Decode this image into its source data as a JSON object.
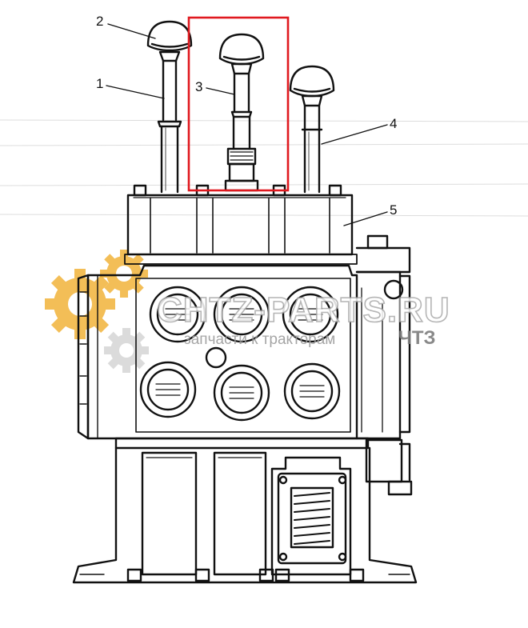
{
  "diagram": {
    "callouts": [
      "1",
      "2",
      "3",
      "4",
      "5"
    ],
    "highlight_color": "#e0191f",
    "line_color": "#111111"
  },
  "watermark": {
    "main_text": "CHTZ-PARTS.RU",
    "sub_text": "запчасти к тракторам",
    "brand_text": "ЧТЗ",
    "gear_color": "#f2b33a"
  }
}
